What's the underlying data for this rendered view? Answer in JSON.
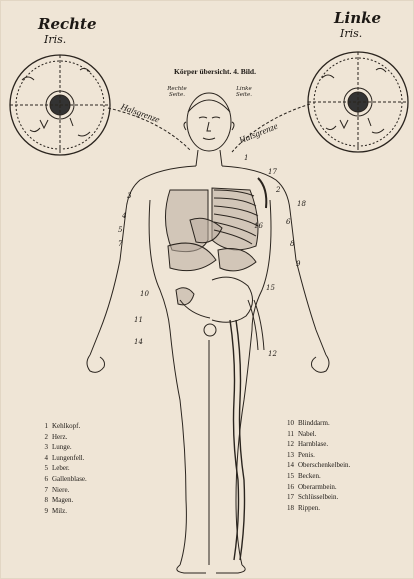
{
  "header": {
    "right_iris_title": "Rechte",
    "right_iris_sub": "Iris.",
    "left_iris_title": "Linke",
    "left_iris_sub": "Iris.",
    "center_title": "Körper übersicht. 4. Bild.",
    "right_side_label": "Rechte Seite.",
    "left_side_label": "Linke Seite.",
    "neck_label_right": "Halsgrenze",
    "neck_label_left": "Halsgrenze"
  },
  "legend_left": [
    {
      "num": "1",
      "label": "Kehlkopf."
    },
    {
      "num": "2",
      "label": "Herz."
    },
    {
      "num": "3",
      "label": "Lunge."
    },
    {
      "num": "4",
      "label": "Lungenfell."
    },
    {
      "num": "5",
      "label": "Leber."
    },
    {
      "num": "6",
      "label": "Gallenblase."
    },
    {
      "num": "7",
      "label": "Niere."
    },
    {
      "num": "8",
      "label": "Magen."
    },
    {
      "num": "9",
      "label": "Milz."
    }
  ],
  "legend_right": [
    {
      "num": "10",
      "label": "Blinddarm."
    },
    {
      "num": "11",
      "label": "Nabel."
    },
    {
      "num": "12",
      "label": "Harnblase."
    },
    {
      "num": "13",
      "label": "Penis."
    },
    {
      "num": "14",
      "label": "Oberschenkelbein."
    },
    {
      "num": "15",
      "label": "Becken."
    },
    {
      "num": "16",
      "label": "Oberarmbein."
    },
    {
      "num": "17",
      "label": "Schlüsselbein."
    },
    {
      "num": "18",
      "label": "Rippen."
    }
  ],
  "figure_numbers": [
    "3",
    "1",
    "2",
    "18",
    "17",
    "4",
    "5",
    "6",
    "7",
    "8",
    "9",
    "10",
    "11",
    "12",
    "14",
    "15",
    "16"
  ]
}
